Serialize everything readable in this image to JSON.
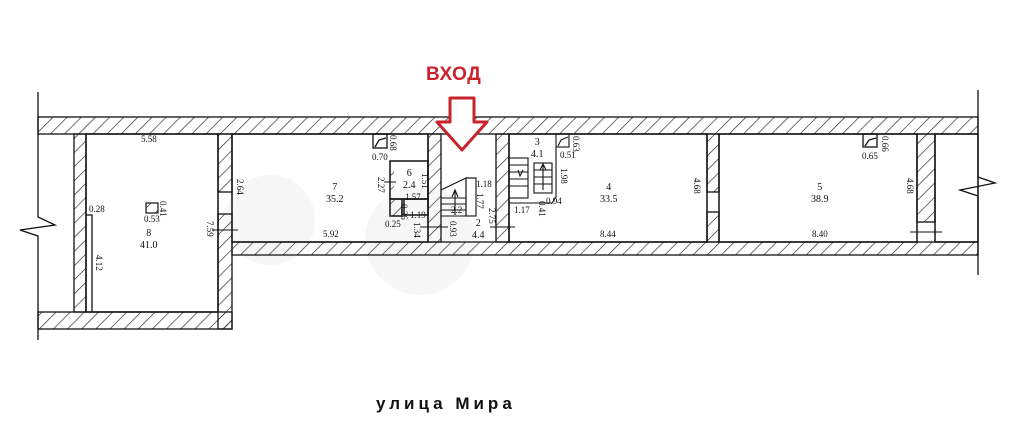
{
  "entrance": {
    "label": "ВХОД",
    "color": "#c8232c",
    "icon": "down-arrow-icon"
  },
  "street": {
    "label": "улица Мира"
  },
  "rooms": [
    {
      "number": "8",
      "area": "41.0"
    },
    {
      "number": "7",
      "area": "35.2"
    },
    {
      "number": "6",
      "area": "2.4"
    },
    {
      "number": "2",
      "area": "4.4"
    },
    {
      "number": "3",
      "area": "4.1"
    },
    {
      "number": "4",
      "area": "33.5"
    },
    {
      "number": "5",
      "area": "38.9"
    }
  ],
  "dimensions": {
    "r8_width": "5.58",
    "r8_col_w": "0.53",
    "r8_col_h": "0.41",
    "r8_niche": "0.28",
    "r8_niche_h": "4.12",
    "r8_door": "7.59",
    "r7_height": "2.64",
    "r7_width": "5.92",
    "r7_shaft_w": "0.70",
    "r7_shaft_h": "0.68",
    "r6_h_left": "2.27",
    "r6_width": "1.57",
    "r6_height": "1.51",
    "r6_small_w": "1.19",
    "r6_small_a": "0.36",
    "r6_small_b": "0.25",
    "corr_h": "1.34",
    "r2_w": "0.93",
    "r2_stair_w": "1.18",
    "r2_stair_h": "1.77",
    "r2_stair_mid": "2.2",
    "r2_h": "2.75",
    "r3_shaft_w": "0.51",
    "r3_shaft_h": "0.63",
    "r3_h": "1.98",
    "r3_w1": "1.17",
    "r3_w2": "0.94",
    "r3_w3": "0.41",
    "r4_width": "8.44",
    "r4_height": "4.68",
    "r5_shaft_w": "0.65",
    "r5_shaft_h": "0.66",
    "r5_width": "8.40",
    "r5_height": "4.68"
  },
  "colors": {
    "wall_line": "#111111",
    "hatch": "#222222",
    "background": "#ffffff"
  }
}
